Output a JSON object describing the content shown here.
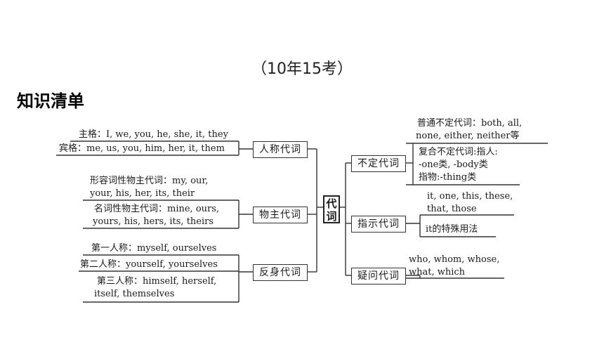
{
  "header": "（10年15考）",
  "section_title": "知识清单",
  "center": {
    "label_top": "代",
    "label_bottom": "词"
  },
  "left": {
    "personal": {
      "label": "人称代词",
      "subject": "主格：I, we, you, he, she,  it, they",
      "object": "宾格：me, us, you, him, her, it, them"
    },
    "possessive": {
      "label": "物主代词",
      "adj_line1": "形容词性物主代词：my, our,",
      "adj_line2": "your, his, her, its, their",
      "noun_line1": "名词性物主代词：mine, ours,",
      "noun_line2": "yours, his, hers, its, theirs"
    },
    "reflexive": {
      "label": "反身代词",
      "first": "第一人称：myself, ourselves",
      "second": "第二人称：yourself, yourselves",
      "third_line1": "第三人称：himself, herself,",
      "third_line2": "itself, themselves"
    }
  },
  "right": {
    "indefinite": {
      "label": "不定代词",
      "common_line1": "普通不定代词：both,   all,",
      "common_line2": "none, either, neither等",
      "compound_line1": "复合不定代词:指人:",
      "compound_line2": "-one类, -body类",
      "compound_line3": "指物:-thing类"
    },
    "demonstrative": {
      "label": "指示代词",
      "words_line1": "it, one, this, these,",
      "words_line2": "that, those",
      "special": "it的特殊用法"
    },
    "interrogative": {
      "label": "疑问代词",
      "words_line1": "who, whom, whose,",
      "words_line2": "what, which"
    }
  }
}
